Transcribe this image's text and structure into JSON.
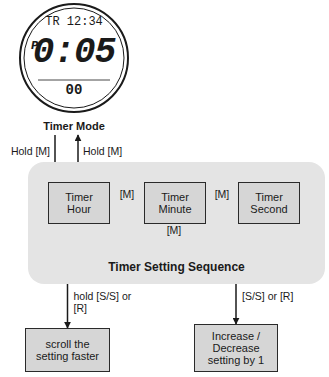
{
  "diagram": {
    "nodes": [
      {
        "text": [
          "TR 12:34",
          "P",
          "0:05",
          "00",
          "Timer Mode"
        ]
      },
      {
        "text": [
          "Timer Setting Sequence"
        ]
      },
      {
        "text": [
          "Timer Hour"
        ],
        "in": 1
      },
      {
        "text": [
          "Timer Minute"
        ],
        "in": 1
      },
      {
        "text": [
          "Timer Second"
        ],
        "in": 1
      },
      {
        "text": [
          "scroll the setting faster"
        ]
      },
      {
        "text": [
          "Increase / Decrease setting by 1"
        ]
      }
    ],
    "edges": [
      {
        "from": 0,
        "to": 2,
        "label": "Hold [M]",
        "arrow": "to"
      },
      {
        "from": 2,
        "to": 0,
        "label": "Hold [M]",
        "arrow": "to"
      },
      {
        "from": 2,
        "to": 3,
        "label": "[M]",
        "arrow": "to"
      },
      {
        "from": 3,
        "to": 4,
        "label": "[M]",
        "arrow": "to"
      },
      {
        "from": 4,
        "to": 2,
        "label": "[M]",
        "arrow": "to"
      },
      {
        "from": 1,
        "to": 5,
        "label": "hold [S/S] or [R]",
        "arrow": "to"
      },
      {
        "from": 1,
        "to": 6,
        "label": "[S/S] or [R]",
        "arrow": "to"
      }
    ]
  }
}
